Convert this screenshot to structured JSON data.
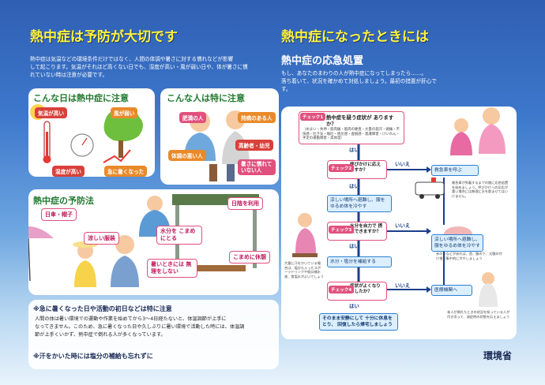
{
  "left": {
    "title": "熱中症は予防が大切です",
    "intro_lines": [
      "熱中症は気温などの環境条件だけではなく、人間の体調や暑さに対する慣れなどが影響",
      "して起こります。気温がそれほど高くない日でも、湿度が高い・風が弱い日や、体が暑さに慣",
      "れていない時は注意が必要です。"
    ],
    "days_heading": "こんな日は熱中症に注意",
    "days_tags": [
      "気温が高い",
      "風が弱い",
      "湿度が高い",
      "急に暑くなった"
    ],
    "people_heading": "こんな人は特に注意",
    "people_tags": [
      "肥満の人",
      "持病のある人",
      "高齢者・幼児",
      "体調の悪い人",
      "暑さに慣れて いない人"
    ],
    "prevention_heading": "熱中症の予防法",
    "prevention_tags": [
      "日傘・帽子",
      "涼しい服装",
      "水分を こまめにとる",
      "暑いときには 無理をしない",
      "日陰を利用",
      "こまめに休憩"
    ],
    "note1_title": "※急に暑くなった日や活動の初日などは特に注意",
    "note1_lines": [
      "人間の体は暑い環境での運動や作業を始めてから3〜4日経たないと、体温調節が上手に",
      "なってきません。このため、急に暑くなった日や久しぶりに暑い環境で活動した時には、体温調",
      "節が上手くいかず、熱中症で倒れる人が多くなっています。"
    ],
    "note2_title": "※汗をかいた時には塩分の補給も忘れずに"
  },
  "right": {
    "title": "熱中症になったときには",
    "subtitle": "熱中症の応急処置",
    "intro_lines": [
      "もし、あなたのまわりの人が熱中症になってしまったら……。",
      "落ち着いて、状況を確かめて対処しましょう。最初の措置が肝心で",
      "す。"
    ],
    "check1_label": "チェック1",
    "check1_q": "熱中症を疑う症状が ありますか？",
    "check1_symptoms": "（めまい・失神・筋肉痛・筋肉の硬直・大量の発汗・頭痛・不快感・吐き気・嘔吐・倦怠感・虚脱感・意識障害・けいれん・手足の運動障害・高体温）",
    "yes1": "はい",
    "check2_label": "チェック2",
    "check2_q": "呼びかけに応え ますか？",
    "no2": "いいえ",
    "ambulance": "救急車を呼ぶ",
    "ambulance_note": "救急車が到着するまでの間に応急処置を始めましょう。呼びかけへの反応が悪い場合には無理に水を飲ませてはいけません。",
    "yes2": "はい",
    "cool_box": "涼しい場所へ避難し、服をゆるめ体を冷やす",
    "check3_label": "チェック3",
    "check3_q": "水分を自力で 摂取できますか？",
    "no3": "いいえ",
    "cool_box2": "涼しい場所へ避難し、服をゆるめ体を冷やす",
    "cool_note": "氷のうなどがあれば、首、脇の下、太腿の付け根を集中的に冷やしましょう",
    "yes3": "はい",
    "water_box": "水分・塩分を補給する",
    "sweat_note": "大量に汗をかいている場合は、塩分も入ったスポーツドリンクや経口補水液、食塩水がよいでしょう",
    "check4_label": "チェック4",
    "check4_q": "症状がよくなり ましたか？",
    "no4": "いいえ",
    "hospital": "医療機関へ",
    "hospital_note": "本人が倒れたときの状況を知っている人が付き添って、発症時の状態を伝えましょう",
    "yes4": "はい",
    "rest_box": "そのまま安静にして 十分に休息をとり、 回復したら帰宅しましょう",
    "ministry": "環境省"
  }
}
